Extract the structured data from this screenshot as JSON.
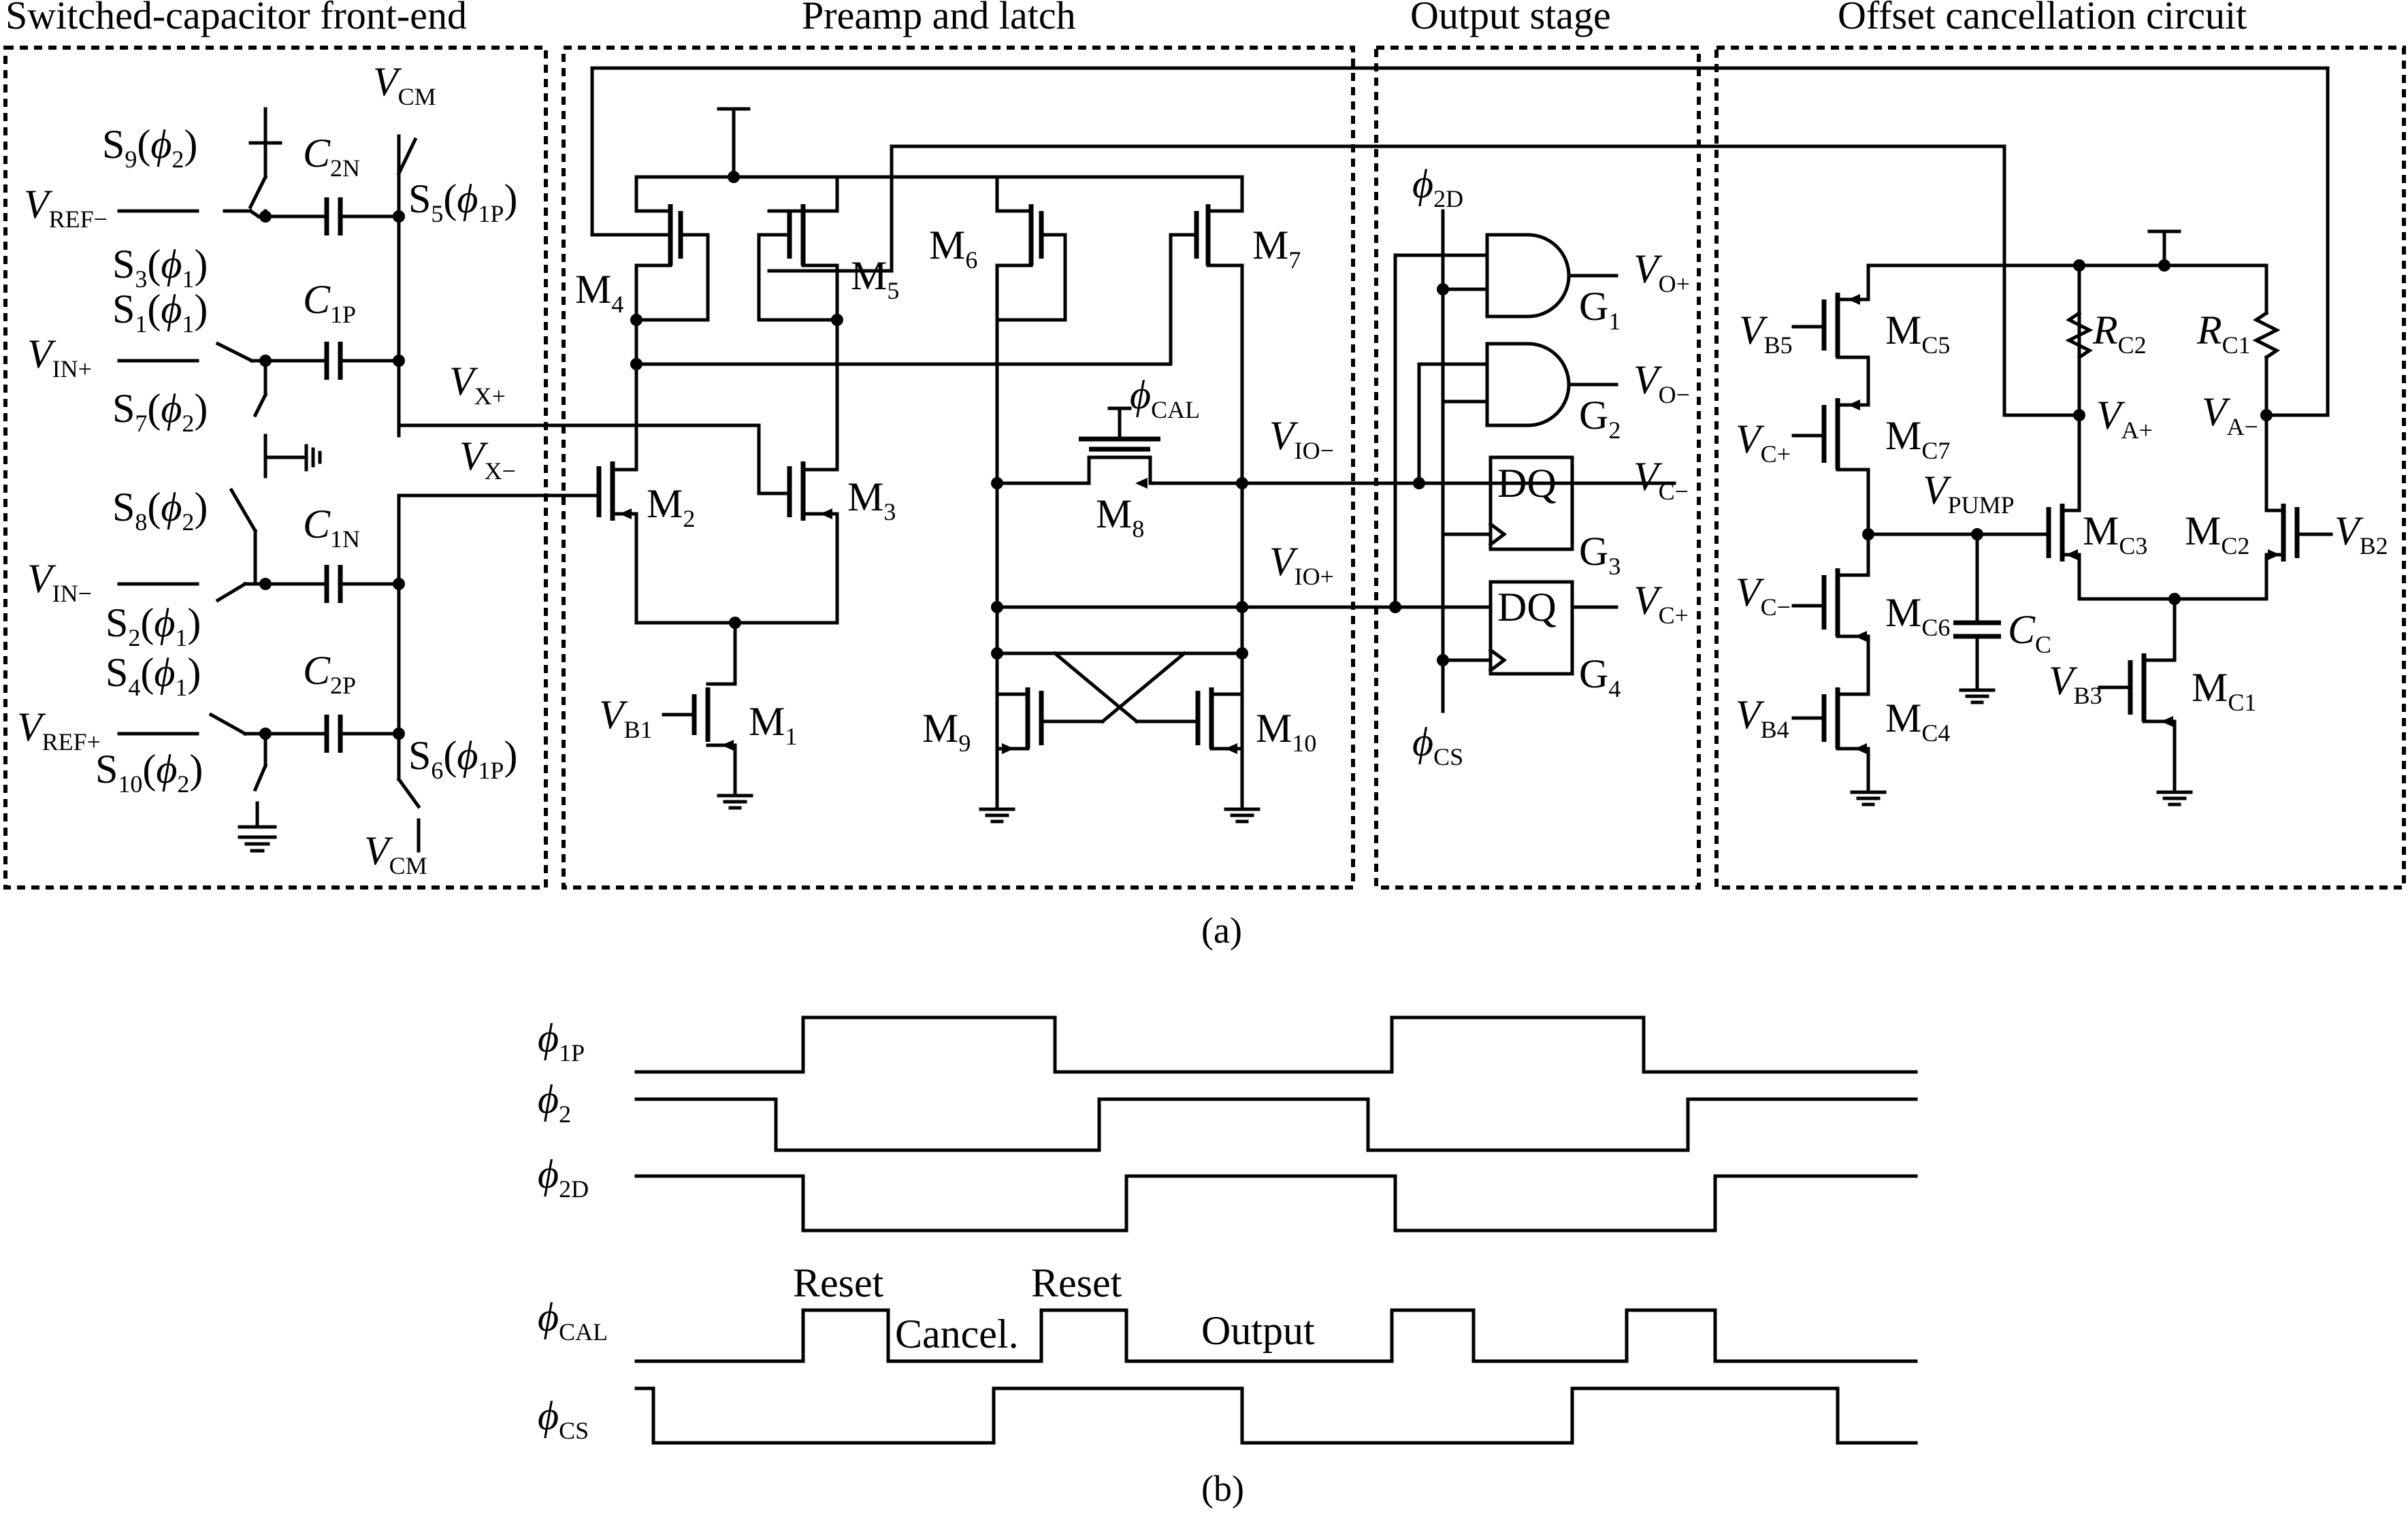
{
  "titles": {
    "frontend": "Switched-capacitor front-end",
    "preamp": "Preamp and latch",
    "output": "Output stage",
    "offset": "Offset cancellation circuit"
  },
  "captions": {
    "a": "(a)",
    "b": "(b)"
  },
  "frontend": {
    "s9": "S",
    "s9_sub": "9",
    "s9_ph": "(",
    "s9_phi": "ϕ",
    "s9_phsub": "2",
    "s9_close": ")",
    "c2n": "C",
    "c2n_sub": "2N",
    "vcm_top": "V",
    "vcm_top_sub": "CM",
    "vref_minus": "V",
    "vref_minus_sub": "REF−",
    "s5": "S",
    "s5_sub": "5",
    "s5_ph": "(",
    "s5_phi": "ϕ",
    "s5_phsub": "1P",
    "s5_close": ")",
    "s3": "S",
    "s3_sub": "3",
    "s3_ph": "(",
    "s3_phi": "ϕ",
    "s3_phsub": "1",
    "s3_close": ")",
    "s1": "S",
    "s1_sub": "1",
    "s1_ph": "(",
    "s1_phi": "ϕ",
    "s1_phsub": "1",
    "s1_close": ")",
    "c1p": "C",
    "c1p_sub": "1P",
    "vin_plus": "V",
    "vin_plus_sub": "IN+",
    "s7": "S",
    "s7_sub": "7",
    "s7_ph": "(",
    "s7_phi": "ϕ",
    "s7_phsub": "2",
    "s7_close": ")",
    "vx_plus": "V",
    "vx_plus_sub": "X+",
    "vx_minus": "V",
    "vx_minus_sub": "X−",
    "s8": "S",
    "s8_sub": "8",
    "s8_ph": "(",
    "s8_phi": "ϕ",
    "s8_phsub": "2",
    "s8_close": ")",
    "c1n": "C",
    "c1n_sub": "1N",
    "vin_minus": "V",
    "vin_minus_sub": "IN−",
    "s2": "S",
    "s2_sub": "2",
    "s2_ph": "(",
    "s2_phi": "ϕ",
    "s2_phsub": "1",
    "s2_close": ")",
    "s4": "S",
    "s4_sub": "4",
    "s4_ph": "(",
    "s4_phi": "ϕ",
    "s4_phsub": "1",
    "s4_close": ")",
    "c2p": "C",
    "c2p_sub": "2P",
    "vref_plus": "V",
    "vref_plus_sub": "REF+",
    "s6": "S",
    "s6_sub": "6",
    "s6_ph": "(",
    "s6_phi": "ϕ",
    "s6_phsub": "1P",
    "s6_close": ")",
    "s10": "S",
    "s10_sub": "10",
    "s10_ph": "(",
    "s10_phi": "ϕ",
    "s10_phsub": "2",
    "s10_close": ")",
    "vcm_bot": "V",
    "vcm_bot_sub": "CM"
  },
  "preamp": {
    "m4": "M",
    "m4_sub": "4",
    "m5": "M",
    "m5_sub": "5",
    "m6": "M",
    "m6_sub": "6",
    "m7": "M",
    "m7_sub": "7",
    "phi_cal": "ϕ",
    "phi_cal_sub": "CAL",
    "m2": "M",
    "m2_sub": "2",
    "m3": "M",
    "m3_sub": "3",
    "m8": "M",
    "m8_sub": "8",
    "vio_minus": "V",
    "vio_minus_sub": "IO−",
    "vio_plus": "V",
    "vio_plus_sub": "IO+",
    "vb1": "V",
    "vb1_sub": "B1",
    "m1": "M",
    "m1_sub": "1",
    "m9": "M",
    "m9_sub": "9",
    "m10": "M",
    "m10_sub": "10"
  },
  "output": {
    "phi_2d": "ϕ",
    "phi_2d_sub": "2D",
    "vo_plus": "V",
    "vo_plus_sub": "O+",
    "g1": "G",
    "g1_sub": "1",
    "vo_minus": "V",
    "vo_minus_sub": "O−",
    "g2": "G",
    "g2_sub": "2",
    "dq": "DQ",
    "vc_minus": "V",
    "vc_minus_sub": "C−",
    "g3": "G",
    "g3_sub": "3",
    "vc_plus": "V",
    "vc_plus_sub": "C+",
    "g4": "G",
    "g4_sub": "4",
    "phi_cs": "ϕ",
    "phi_cs_sub": "CS"
  },
  "offset": {
    "vb5": "V",
    "vb5_sub": "B5",
    "mc5": "M",
    "mc5_sub": "C5",
    "rc2": "R",
    "rc2_sub": "C2",
    "rc1": "R",
    "rc1_sub": "C1",
    "vc_plus": "V",
    "vc_plus_sub": "C+",
    "mc7": "M",
    "mc7_sub": "C7",
    "va_plus": "V",
    "va_plus_sub": "A+",
    "va_minus": "V",
    "va_minus_sub": "A−",
    "vpump": "V",
    "vpump_sub": "PUMP",
    "mc3": "M",
    "mc3_sub": "C3",
    "mc2": "M",
    "mc2_sub": "C2",
    "vb2": "V",
    "vb2_sub": "B2",
    "vc_minus": "V",
    "vc_minus_sub": "C−",
    "mc6": "M",
    "mc6_sub": "C6",
    "cc": "C",
    "cc_sub": "C",
    "vb3": "V",
    "vb3_sub": "B3",
    "mc1": "M",
    "mc1_sub": "C1",
    "vb4": "V",
    "vb4_sub": "B4",
    "mc4": "M",
    "mc4_sub": "C4"
  },
  "timing": {
    "phi_1p": "ϕ",
    "phi_1p_sub": "1P",
    "phi_2": "ϕ",
    "phi_2_sub": "2",
    "phi_2d": "ϕ",
    "phi_2d_sub": "2D",
    "phi_cal": "ϕ",
    "phi_cal_sub": "CAL",
    "phi_cs": "ϕ",
    "phi_cs_sub": "CS",
    "reset1": "Reset",
    "cancel": "Cancel.",
    "reset2": "Reset",
    "output": "Output"
  }
}
